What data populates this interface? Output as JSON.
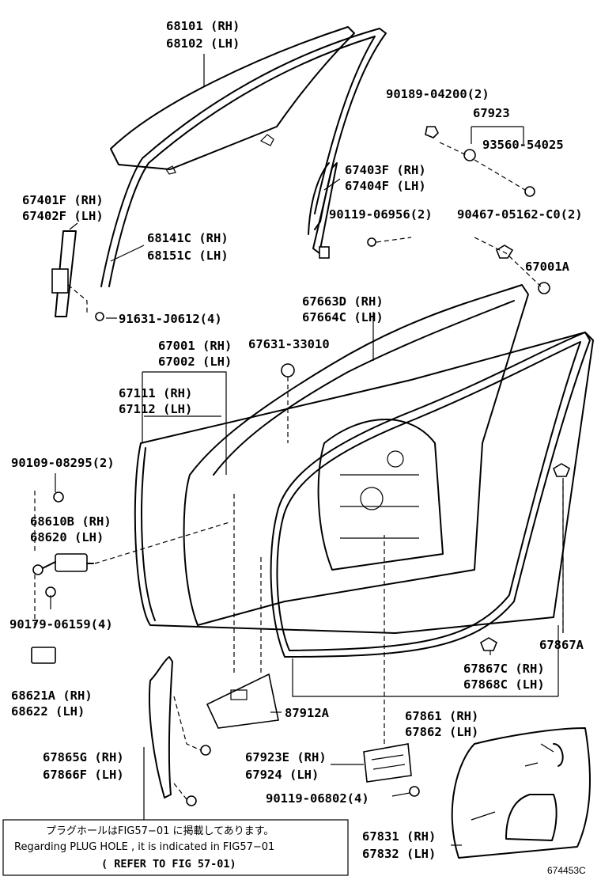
{
  "labels": {
    "l68101": "68101 (RH)",
    "l68102": "68102 (LH)",
    "l90189": "90189-04200(2)",
    "l67923": "67923",
    "l93560": "93560-54025",
    "l67403": "67403F (RH)",
    "l67404": "67404F (LH)",
    "l67401": "67401F (RH)",
    "l67402": "67402F (LH)",
    "l90119a": "90119-06956(2)",
    "l90467": "90467-05162-C0(2)",
    "l68141": "68141C (RH)",
    "l68151": "68151C (LH)",
    "l67001a": "67001A",
    "l91631": "91631-J0612(4)",
    "l67663": "67663D (RH)",
    "l67664": "67664C (LH)",
    "l67001": "67001 (RH)",
    "l67002": "67002 (LH)",
    "l67631": "67631-33010",
    "l67111": "67111 (RH)",
    "l67112": "67112 (LH)",
    "l90109": "90109-08295(2)",
    "l68610": "68610B (RH)",
    "l68620": "68620 (LH)",
    "l90179": "90179-06159(4)",
    "l67867a": "67867A",
    "l67867c": "67867C (RH)",
    "l67868c": "67868C (LH)",
    "l68621": "68621A (RH)",
    "l68622": "68622 (LH)",
    "l87912": "87912A",
    "l67861": "67861 (RH)",
    "l67862": "67862 (LH)",
    "l67865": "67865G (RH)",
    "l67866": "67866F (LH)",
    "l67923e": "67923E (RH)",
    "l67924": "67924 (LH)",
    "l90119b": "90119-06802(4)",
    "l67831": "67831 (RH)",
    "l67832": "67832 (LH)"
  },
  "note": {
    "line1": "プラグホールはFIG57−01 に掲載してあります。",
    "line2": "Regarding  PLUG HOLE , it is indicated in FIG57−01",
    "line3": "( REFER TO FIG 57-01)"
  },
  "figure_id": "674453C"
}
